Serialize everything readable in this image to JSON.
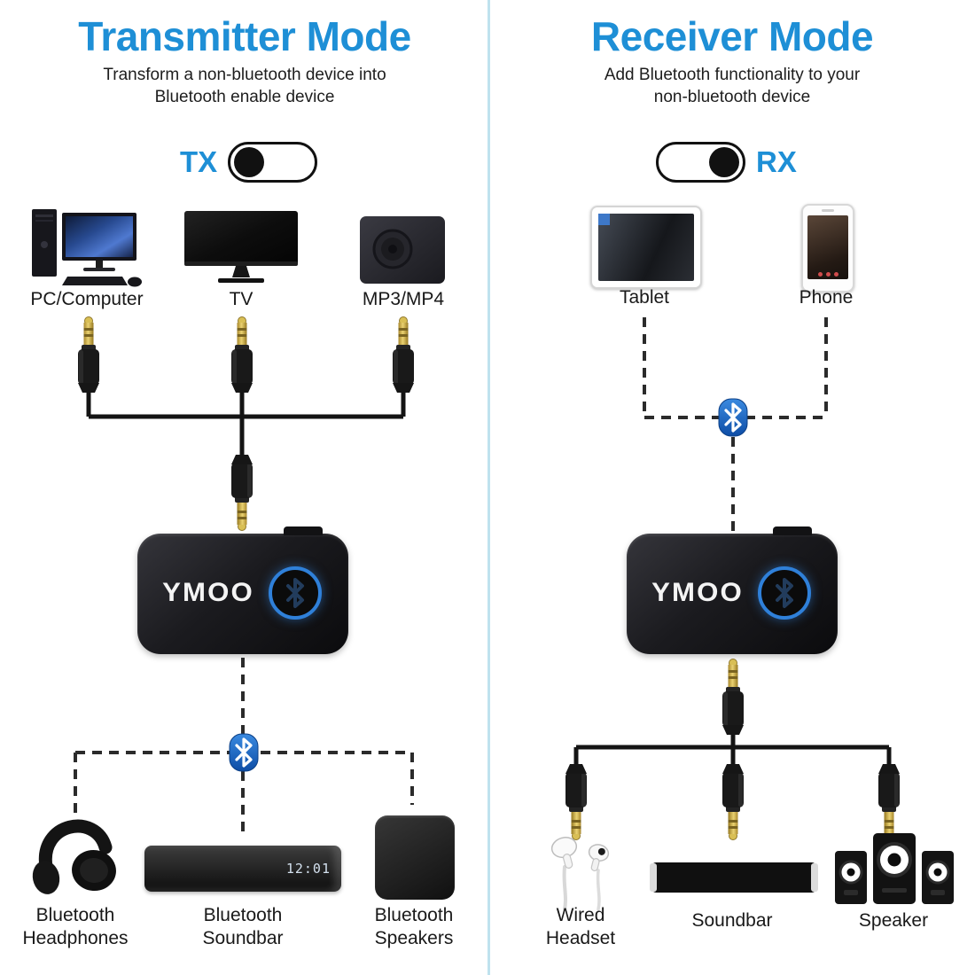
{
  "brand": "YMOO",
  "colors": {
    "accent_blue": "#1e8fd6",
    "divider_blue": "#bfe2ee",
    "bluetooth_blue": "#1457ae",
    "ring_blue": "#2f80d9"
  },
  "left": {
    "title": "Transmitter Mode",
    "subtitle_line1": "Transform a non-bluetooth device into",
    "subtitle_line2": "Bluetooth enable device",
    "toggle_label": "TX",
    "sources": [
      {
        "label": "PC/Computer"
      },
      {
        "label": "TV"
      },
      {
        "label": "MP3/MP4"
      }
    ],
    "outputs": [
      {
        "label": "Bluetooth\nHeadphones"
      },
      {
        "label": "Bluetooth\nSoundbar"
      },
      {
        "label": "Bluetooth\nSpeakers"
      }
    ],
    "soundbar_display": "12:01"
  },
  "right": {
    "title": "Receiver Mode",
    "subtitle_line1": "Add Bluetooth functionality to your",
    "subtitle_line2": "non-bluetooth device",
    "toggle_label": "RX",
    "sources": [
      {
        "label": "Tablet"
      },
      {
        "label": "Phone"
      }
    ],
    "outputs": [
      {
        "label": "Wired\nHeadset"
      },
      {
        "label": "Soundbar"
      },
      {
        "label": "Speaker"
      }
    ]
  }
}
